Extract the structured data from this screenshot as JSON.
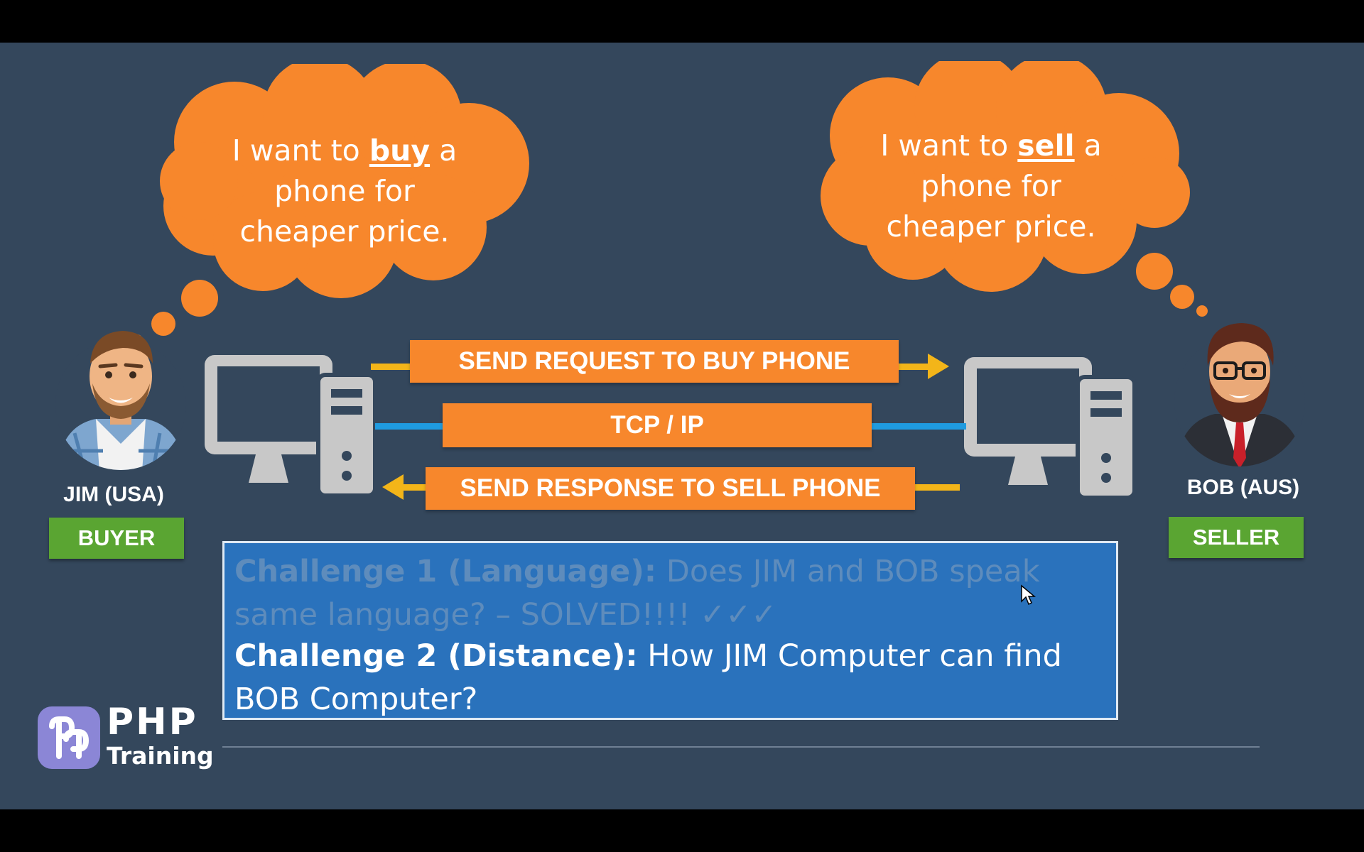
{
  "buyer_thought": {
    "before": "I want to ",
    "keyword": "buy",
    "after": " a",
    "line2": "phone for",
    "line3": "cheaper price."
  },
  "seller_thought": {
    "before": "I want to ",
    "keyword": "sell",
    "after": " a",
    "line2": "phone for",
    "line3": "cheaper price."
  },
  "buyer": {
    "name": "JIM (USA)",
    "role": "BUYER"
  },
  "seller": {
    "name": "BOB (AUS)",
    "role": "SELLER"
  },
  "arrows": {
    "request": "SEND REQUEST TO BUY PHONE",
    "protocol": "TCP / IP",
    "response": "SEND RESPONSE TO SELL PHONE"
  },
  "challenges": {
    "c1_title": "Challenge 1 (Language):",
    "c1_text": " Does JIM and BOB speak same language? – SOLVED!!!! ✓✓✓",
    "c2_title": "Challenge 2 (Distance):",
    "c2_text": " How JIM Computer can find BOB Computer?"
  },
  "logo": {
    "main": "PHP",
    "sub": "Training"
  },
  "colors": {
    "background": "#34475c",
    "orange": "#f7872c",
    "green": "#5aa532",
    "blue_box": "#2a72bc",
    "yellow_arrow": "#f3b519",
    "cyan_line": "#1f9be0",
    "computer_gray": "#c8c8c8",
    "logo_purple": "#8b86d6"
  },
  "icons": {
    "computer": "desktop-computer-icon",
    "cursor": "mouse-pointer-icon"
  }
}
